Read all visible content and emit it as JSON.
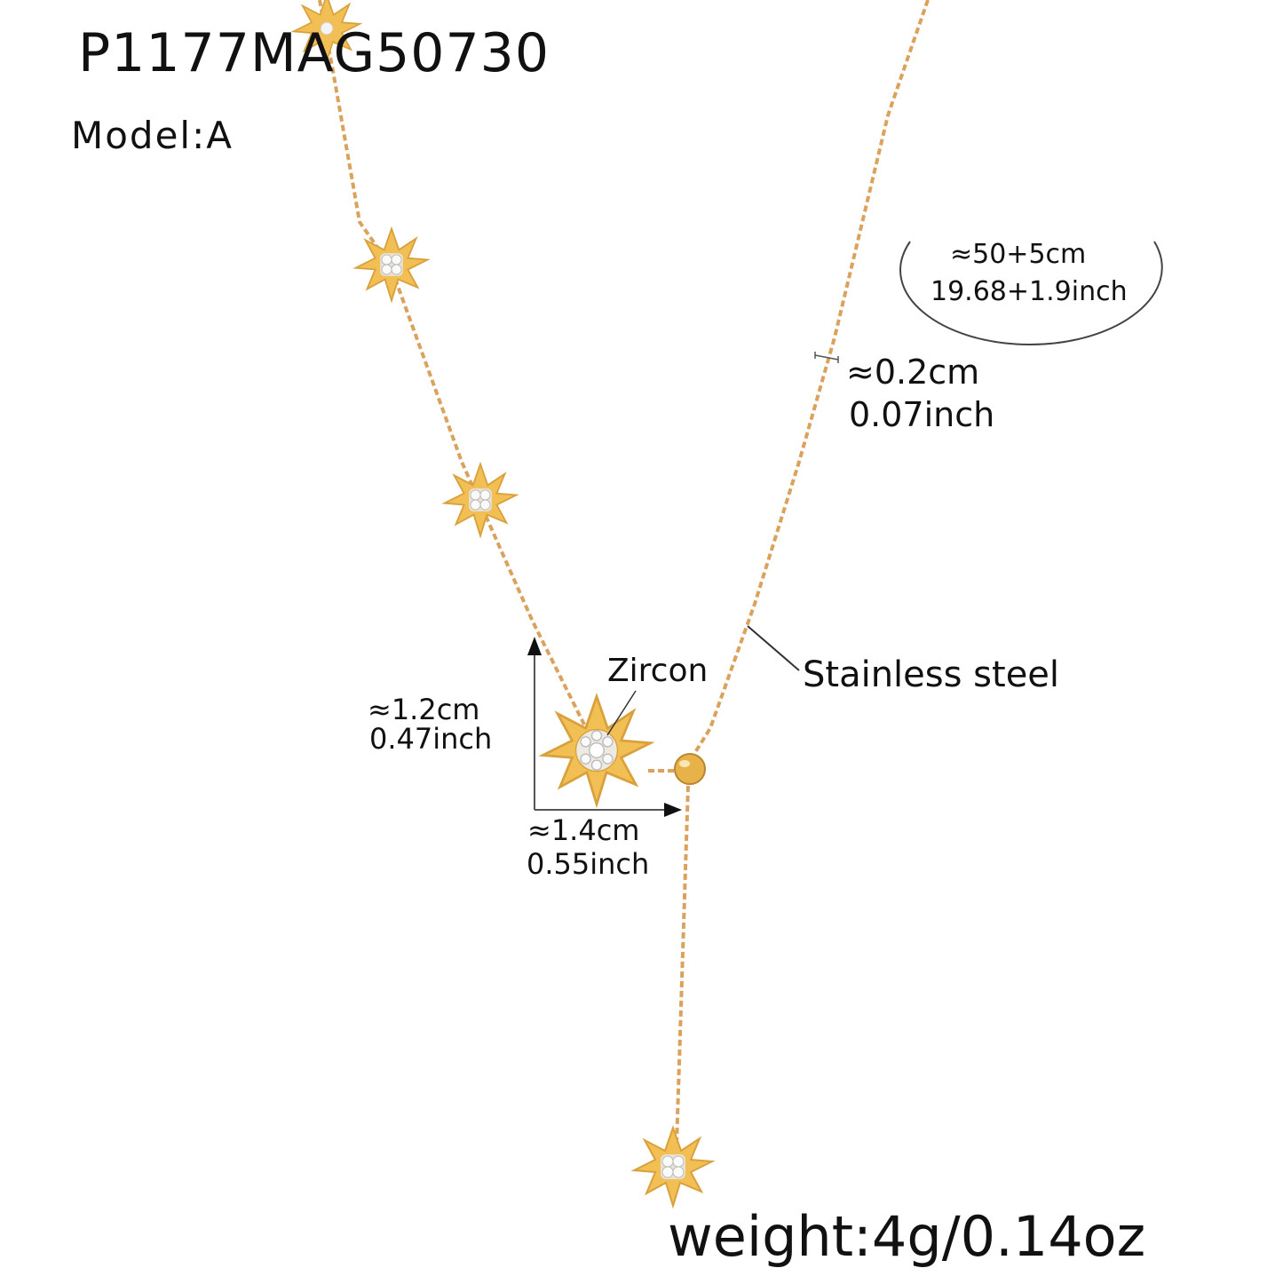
{
  "product": {
    "code": "P1177MAG50730",
    "model": "Model:A"
  },
  "specs": {
    "length_cm": "≈50+5cm",
    "length_inch": "19.68+1.9inch",
    "link_width_cm": "≈0.2cm",
    "link_width_inch": "0.07inch",
    "charm_height_cm": "≈1.2cm",
    "charm_height_inch": "0.47inch",
    "charm_width_cm": "≈1.4cm",
    "charm_width_inch": "0.55inch",
    "weight": "weight:4g/0.14oz"
  },
  "materials": {
    "stone": "Zircon",
    "metal": "Stainless steel"
  },
  "colors": {
    "gold": "#f2bf55",
    "gold_dark": "#d9a13c",
    "chain": "#dba25e",
    "annotation": "#333333"
  }
}
